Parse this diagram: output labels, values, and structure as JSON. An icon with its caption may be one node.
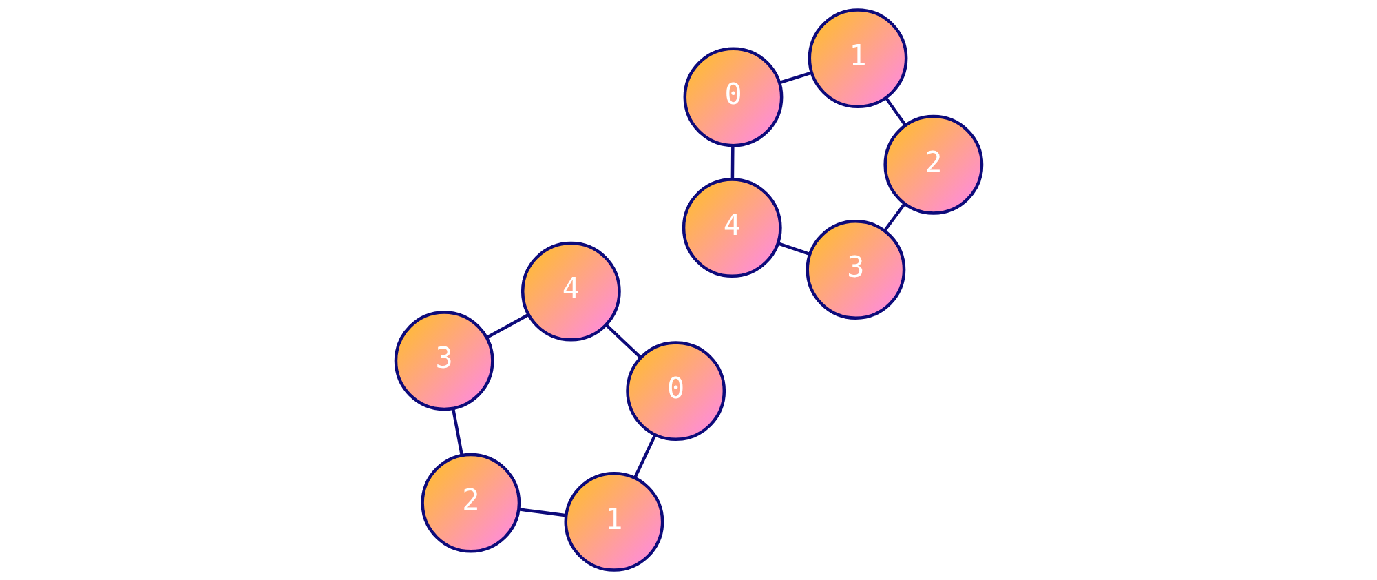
{
  "diagram": {
    "nodes": [
      {
        "text": [
          "0"
        ]
      },
      {
        "text": [
          "1"
        ]
      },
      {
        "text": [
          "2"
        ]
      },
      {
        "text": [
          "3"
        ]
      },
      {
        "text": [
          "4"
        ]
      },
      {
        "text": [
          "0"
        ]
      },
      {
        "text": [
          "2"
        ]
      },
      {
        "text": [
          "3"
        ]
      },
      {
        "text": [
          "4"
        ]
      },
      {
        "text": [
          "1"
        ]
      }
    ],
    "edges": [
      {
        "from": 0,
        "to": 1,
        "arrow": "none"
      },
      {
        "from": 1,
        "to": 2,
        "arrow": "none"
      },
      {
        "from": 2,
        "to": 3,
        "arrow": "none"
      },
      {
        "from": 3,
        "to": 4,
        "arrow": "none"
      },
      {
        "from": 4,
        "to": 0,
        "arrow": "none"
      },
      {
        "from": 5,
        "to": 8,
        "arrow": "none"
      },
      {
        "from": 5,
        "to": 9,
        "arrow": "none"
      },
      {
        "from": 6,
        "to": 7,
        "arrow": "none"
      },
      {
        "from": 6,
        "to": 9,
        "arrow": "none"
      },
      {
        "from": 7,
        "to": 8,
        "arrow": "none"
      }
    ]
  }
}
